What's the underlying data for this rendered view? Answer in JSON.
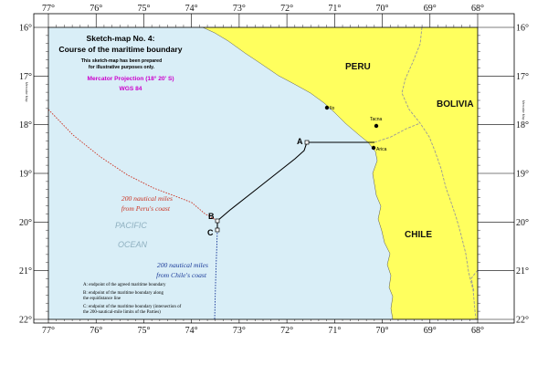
{
  "title": "Sketch-map No. 4:",
  "subtitle": "Course of the maritime boundary",
  "note_lines": [
    "This sketch-map has been prepared",
    "for illustrative purposes only."
  ],
  "projection": "Mercator Projection (18° 20' S)",
  "datum": "WGS 84",
  "longitude_labels": [
    "77°",
    "76°",
    "75°",
    "74°",
    "73°",
    "72°",
    "71°",
    "70°",
    "69°",
    "68°"
  ],
  "latitude_labels": [
    "16°",
    "17°",
    "18°",
    "19°",
    "20°",
    "21°",
    "22°"
  ],
  "countries": {
    "peru": "PERU",
    "bolivia": "BOLIVIA",
    "chile": "CHILE"
  },
  "ocean": {
    "line1": "PACIFIC",
    "line2": "OCEAN"
  },
  "cities": {
    "ilo": "Ilo",
    "tacna": "Tacna",
    "arica": "Arica"
  },
  "points": {
    "a": "A",
    "b": "B",
    "c": "C"
  },
  "limits": {
    "peru_line1": "200 nautical miles",
    "peru_line2": "from Peru's coast",
    "chile_line1": "200 nautical miles",
    "chile_line2": "from Chile's coast"
  },
  "legend": {
    "a": "A: endpoint of the agreed maritime boundary",
    "b1": "B: endpoint of the maritime boundary along",
    "b2": "the equidistance line",
    "c1": "C: endpoint of the maritime boundary (intersection of",
    "c2": "the 200-nautical-mile limits of the Parties)"
  },
  "side_labels": {
    "left": "Mercator Map",
    "right": "Mercator Map"
  },
  "colors": {
    "sea": "#d9eef7",
    "land": "#ffff5e",
    "peru_limit": "#cc3322",
    "chile_limit": "#1a3a99",
    "boundary": "#000000",
    "projection_text": "#cc00cc",
    "border": "#999999"
  }
}
